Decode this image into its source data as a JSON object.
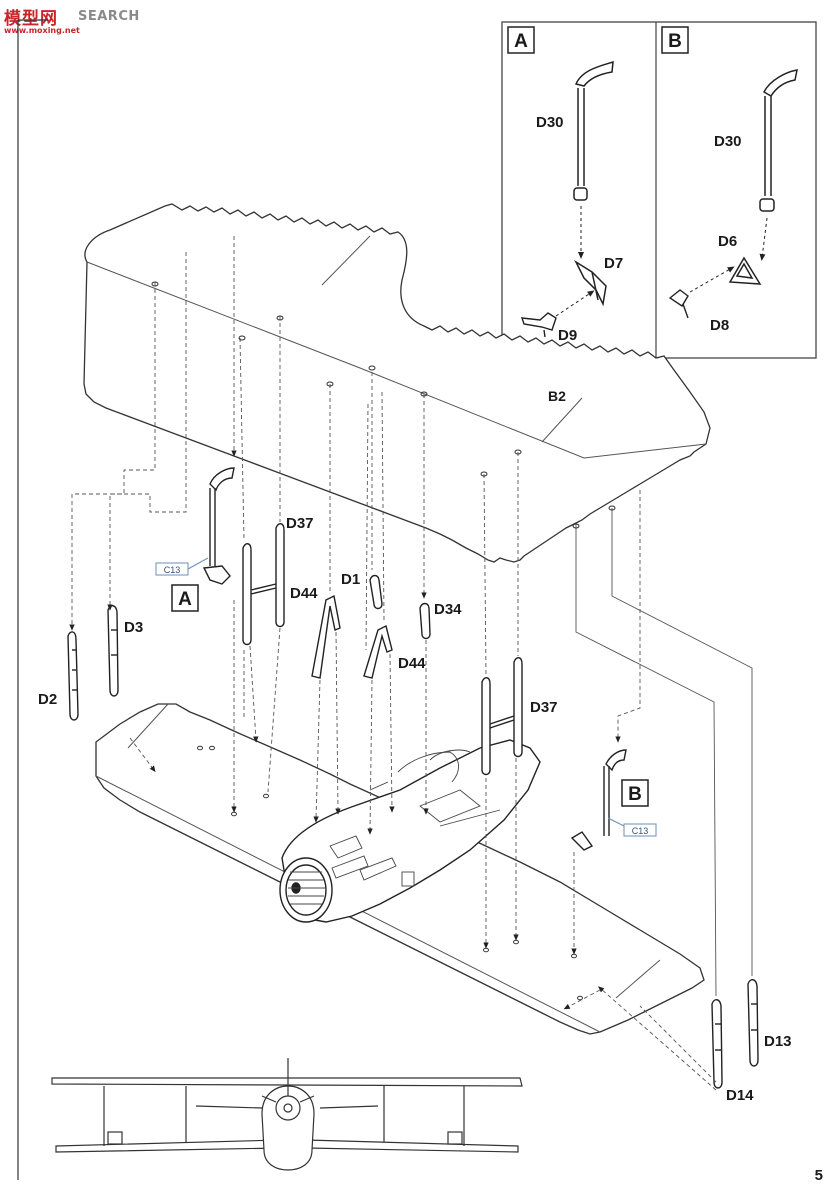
{
  "watermark": {
    "logo": "模型网",
    "search": "SEARCH",
    "url": "www.moxing.net"
  },
  "inset_a": {
    "badge": "A",
    "labels": {
      "d30": "D30",
      "d7": "D7",
      "d9": "D9"
    }
  },
  "inset_b": {
    "badge": "B",
    "labels": {
      "d30": "D30",
      "d6": "D6",
      "d8": "D8"
    }
  },
  "main": {
    "callout_a": "A",
    "callout_b": "B",
    "ref_tag_a": "C13",
    "ref_tag_b": "C13",
    "labels": {
      "b2": "B2",
      "d37_left": "D37",
      "d44_left": "D44",
      "d1": "D1",
      "d34": "D34",
      "d44_right": "D44",
      "d3": "D3",
      "d2": "D2",
      "d37_right": "D37",
      "d13": "D13",
      "d14": "D14"
    }
  },
  "page_number": "5"
}
